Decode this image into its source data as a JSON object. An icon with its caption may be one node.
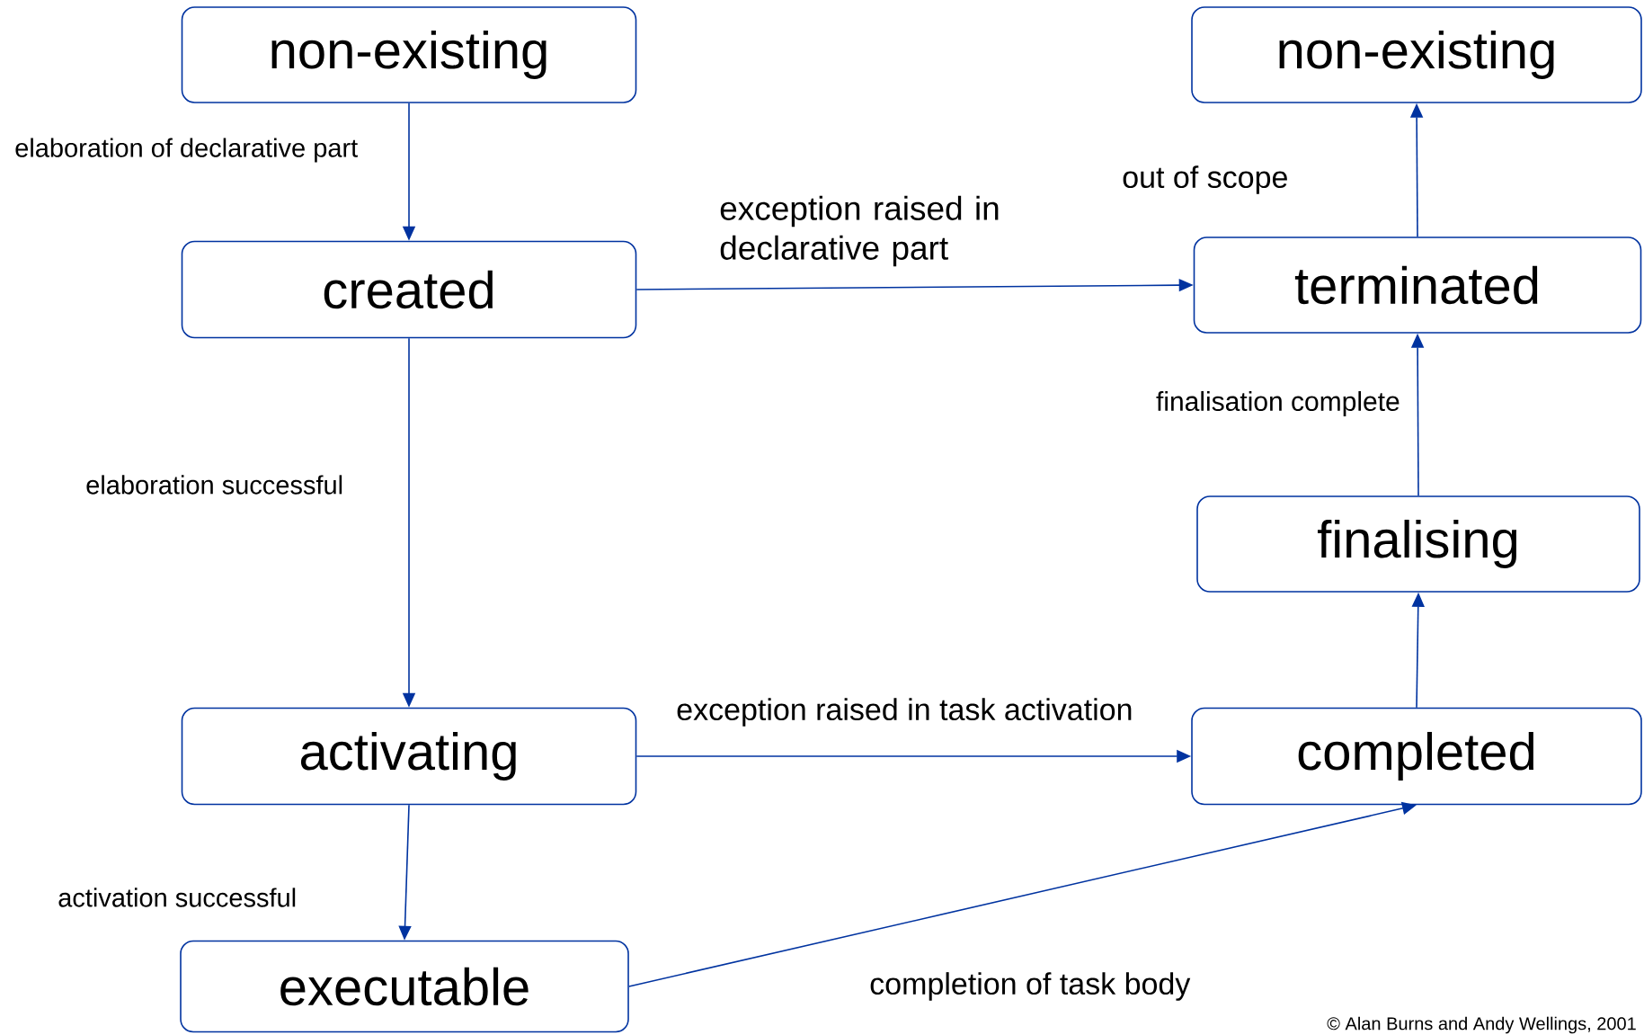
{
  "diagram": {
    "nodes": [
      {
        "text": [
          "non-existing"
        ]
      },
      {
        "text": [
          "non-existing"
        ]
      },
      {
        "text": [
          "created"
        ]
      },
      {
        "text": [
          "terminated"
        ]
      },
      {
        "text": [
          "finalising"
        ]
      },
      {
        "text": [
          "activating"
        ]
      },
      {
        "text": [
          "completed"
        ]
      },
      {
        "text": [
          "executable"
        ]
      }
    ],
    "edges": [
      {
        "from": 0,
        "to": 2,
        "arrow": "to",
        "label": "elaboration of declarative part"
      },
      {
        "from": 2,
        "to": 3,
        "arrow": "to",
        "label": "exception raised in declarative part"
      },
      {
        "from": 3,
        "to": 1,
        "arrow": "to",
        "label": "out of scope"
      },
      {
        "from": 2,
        "to": 5,
        "arrow": "to",
        "label": "elaboration successful"
      },
      {
        "from": 4,
        "to": 3,
        "arrow": "to",
        "label": "finalisation complete"
      },
      {
        "from": 6,
        "to": 4,
        "arrow": "to"
      },
      {
        "from": 5,
        "to": 6,
        "arrow": "to",
        "label": "exception raised in task activation"
      },
      {
        "from": 5,
        "to": 7,
        "arrow": "to",
        "label": "activation successful"
      },
      {
        "from": 7,
        "to": 6,
        "arrow": "to",
        "label": "completion of task body"
      }
    ],
    "labels": [
      "© Alan Burns and Andy Wellings, 2001"
    ]
  }
}
